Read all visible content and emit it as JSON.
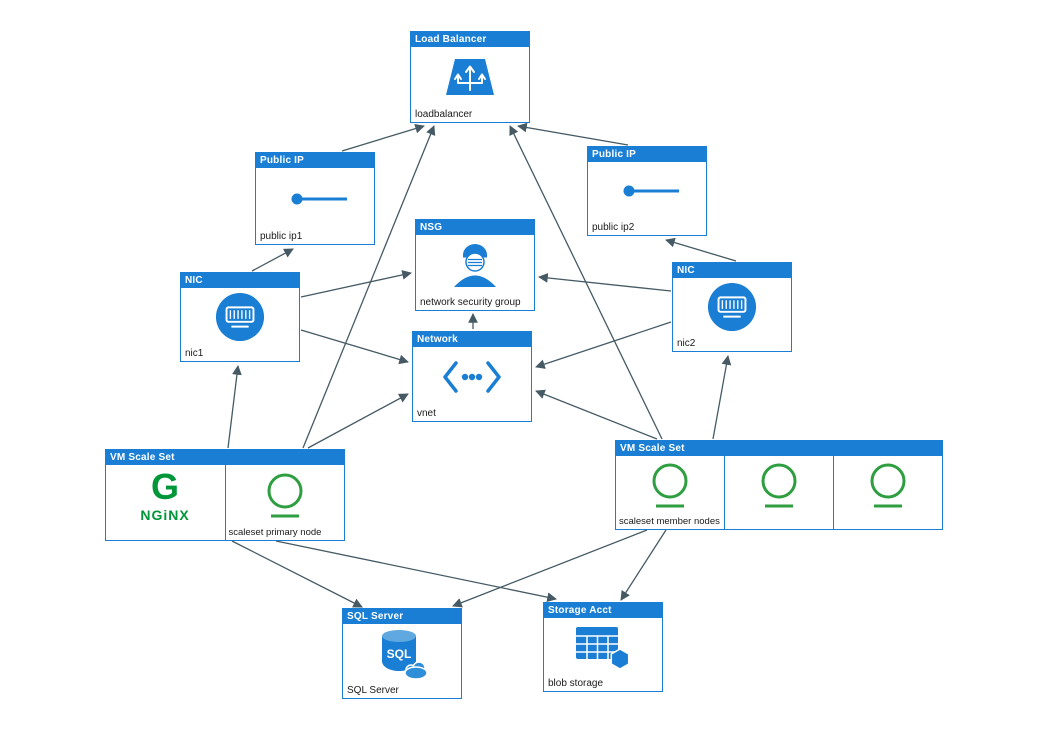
{
  "diagram": {
    "colors": {
      "primary_blue": "#1a7fd4",
      "node_green": "#2f9e41",
      "nginx_green": "#009639",
      "edge_gray": "#455a64",
      "icon_light_blue": "#5fa8e0"
    },
    "nodes": {
      "load_balancer": {
        "type": "Load Balancer",
        "name": "loadbalancer"
      },
      "public_ip1": {
        "type": "Public IP",
        "name": "public ip1"
      },
      "public_ip2": {
        "type": "Public IP",
        "name": "public ip2"
      },
      "nsg": {
        "type": "NSG",
        "name": "network security group"
      },
      "nic1": {
        "type": "NIC",
        "name": "nic1"
      },
      "nic2": {
        "type": "NIC",
        "name": "nic2"
      },
      "network": {
        "type": "Network",
        "name": "vnet"
      },
      "scaleset_primary": {
        "type": "VM Scale Set",
        "name": "scaleset primary node",
        "logo_text": "NGiNX"
      },
      "scaleset_members": {
        "type": "VM Scale Set",
        "name": "scaleset member nodes"
      },
      "sql_server": {
        "type": "SQL Server",
        "name": "SQL Server",
        "icon_text": "SQL"
      },
      "storage": {
        "type": "Storage Acct",
        "name": "blob storage"
      }
    }
  }
}
